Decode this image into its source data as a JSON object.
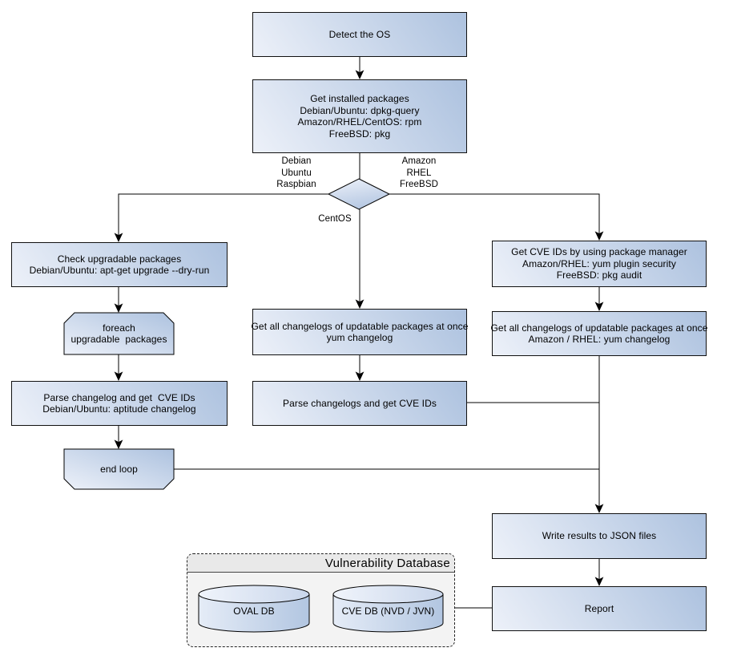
{
  "nodes": {
    "detect_os": {
      "lines": [
        "Detect the OS"
      ]
    },
    "get_installed_packages": {
      "lines": [
        "Get installed packages",
        "Debian/Ubuntu: dpkg-query",
        "Amazon/RHEL/CentOS: rpm",
        "FreeBSD: pkg"
      ]
    },
    "check_upgradable_packages": {
      "lines": [
        "Check upgradable packages",
        "Debian/Ubuntu: apt-get upgrade --dry-run"
      ]
    },
    "foreach_loop_start": {
      "lines": [
        "foreach",
        "upgradable  packages"
      ]
    },
    "parse_changelog_debian": {
      "lines": [
        "Parse changelog and get  CVE IDs",
        "Debian/Ubuntu: aptitude changelog"
      ]
    },
    "end_loop": {
      "lines": [
        "end loop"
      ]
    },
    "get_changelogs_centos": {
      "lines": [
        "Get all changelogs of updatable packages at once",
        "yum changelog"
      ]
    },
    "parse_changelogs_centos": {
      "lines": [
        "Parse changelogs and get CVE IDs"
      ]
    },
    "get_cve_ids_pkg_manager": {
      "lines": [
        "Get CVE IDs by using package manager",
        "Amazon/RHEL: yum plugin security",
        "FreeBSD: pkg audit"
      ]
    },
    "get_changelogs_amazon": {
      "lines": [
        "Get all changelogs of updatable packages at once",
        "Amazon / RHEL: yum changelog"
      ]
    },
    "write_results": {
      "lines": [
        "Write results to JSON files"
      ]
    },
    "report": {
      "lines": [
        "Report"
      ]
    }
  },
  "decision_labels": {
    "left": [
      "Debian",
      "Ubuntu",
      "Raspbian"
    ],
    "right": [
      "Amazon",
      "RHEL",
      "FreeBSD"
    ],
    "bottom": "CentOS"
  },
  "vulnerability_database": {
    "title": "Vulnerability Database",
    "databases": [
      "OVAL DB",
      "CVE DB (NVD / JVN)"
    ]
  },
  "colors": {
    "node_gradient_light": "#edf1f9",
    "node_gradient_dark": "#adc2df",
    "node_border": "#111111",
    "group_background": "#f3f3f3",
    "group_header_background": "#e9e9e9",
    "connector": "#000000"
  }
}
